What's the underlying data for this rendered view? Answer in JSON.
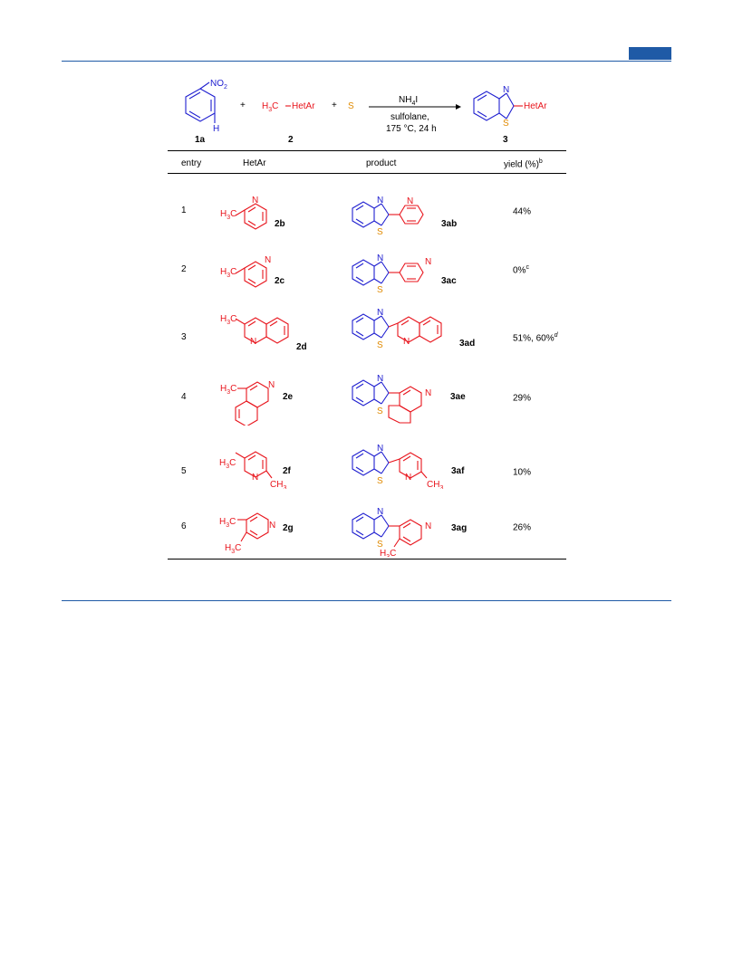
{
  "scheme": {
    "reactant1_label": "1a",
    "reactant1_no2": "NO",
    "reactant1_no2_sub": "2",
    "reactant1_h": "H",
    "plus": "+",
    "reactant2_text_h": "H",
    "reactant2_text_sub": "3",
    "reactant2_text_rest": "C",
    "reactant2_hetar": "HetAr",
    "reactant2_label": "2",
    "reactant3": "S",
    "reagent_line1": "NH",
    "reagent_line1_sub": "4",
    "reagent_line1_end": "I",
    "conditions_line1": "sulfolane,",
    "conditions_line2": "175 °C, 24 h",
    "product_label": "3",
    "product_n": "N",
    "product_s": "S",
    "product_hetar": "HetAr"
  },
  "table": {
    "headers": {
      "entry": "entry",
      "hetar": "HetAr",
      "product": "product",
      "yield": "yield (%)",
      "yield_sup": "b"
    },
    "rows": [
      {
        "entry": "1",
        "hetar_label": "2b",
        "product_label": "3ab",
        "yield": "44%",
        "yield_sup": ""
      },
      {
        "entry": "2",
        "hetar_label": "2c",
        "product_label": "3ac",
        "yield": "0%",
        "yield_sup": "c"
      },
      {
        "entry": "3",
        "hetar_label": "2d",
        "product_label": "3ad",
        "yield": "51%, 60%",
        "yield_sup": "d"
      },
      {
        "entry": "4",
        "hetar_label": "2e",
        "product_label": "3ae",
        "yield": "29%",
        "yield_sup": ""
      },
      {
        "entry": "5",
        "hetar_label": "2f",
        "product_label": "3af",
        "yield": "10%",
        "yield_sup": ""
      },
      {
        "entry": "6",
        "hetar_label": "2g",
        "product_label": "3ag",
        "yield": "26%",
        "yield_sup": ""
      }
    ]
  },
  "atoms": {
    "n": "N",
    "s": "S",
    "h": "H",
    "c": "C",
    "h3": "3",
    "ch": "CH"
  },
  "colors": {
    "accent_blue": "#1f5aa6",
    "benzothiazole": "#2020d0",
    "hetar": "#e8141c",
    "sulfur": "#e08a00"
  }
}
